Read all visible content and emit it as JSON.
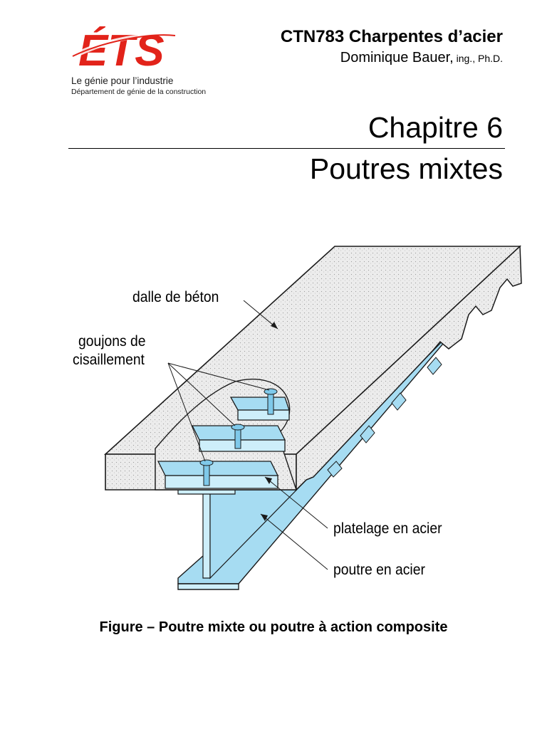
{
  "header": {
    "logo_text": "ÉTS",
    "tagline": "Le génie pour l’industrie",
    "department": "Département de génie de la construction",
    "course_title": "CTN783 Charpentes d’acier",
    "author_name": "Dominique Bauer,",
    "author_credentials": " ing., Ph.D.",
    "brand_color": "#e2231a"
  },
  "chapter": {
    "number": "Chapitre 6",
    "title": "Poutres mixtes"
  },
  "figure": {
    "labels": {
      "slab": "dalle de béton",
      "studs_line1": "goujons de",
      "studs_line2": "cisaillement",
      "deck": "platelage en acier",
      "beam": "poutre en acier"
    },
    "caption": "Figure – Poutre mixte ou poutre à action composite",
    "colors": {
      "concrete": "#ebebeb",
      "steel": "#a6dcf2",
      "steel_light": "#cdeefa",
      "outline": "#1a1a1a"
    }
  }
}
